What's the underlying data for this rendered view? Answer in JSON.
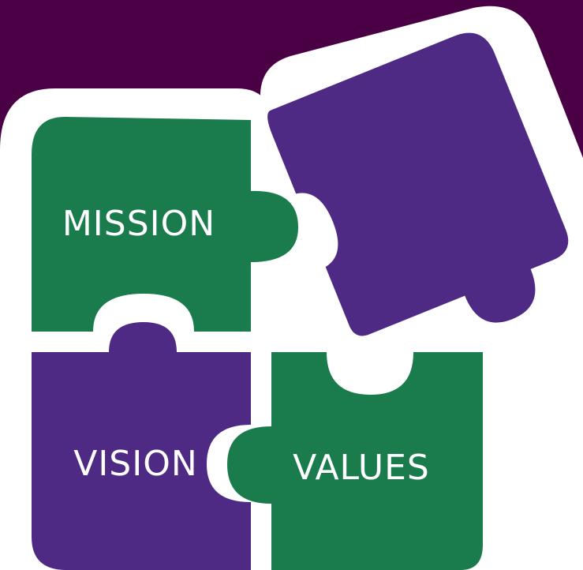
{
  "colors": {
    "background_band": "#4a0044",
    "white": "#ffffff",
    "green": "#1a7c4c",
    "purple": "#4e2a84"
  },
  "pieces": {
    "mission": {
      "label": "MISSION",
      "color": "green"
    },
    "vision": {
      "label": "VISION",
      "color": "purple"
    },
    "values": {
      "label": "VALUES",
      "color": "green"
    },
    "floating": {
      "label": "",
      "color": "purple"
    }
  }
}
